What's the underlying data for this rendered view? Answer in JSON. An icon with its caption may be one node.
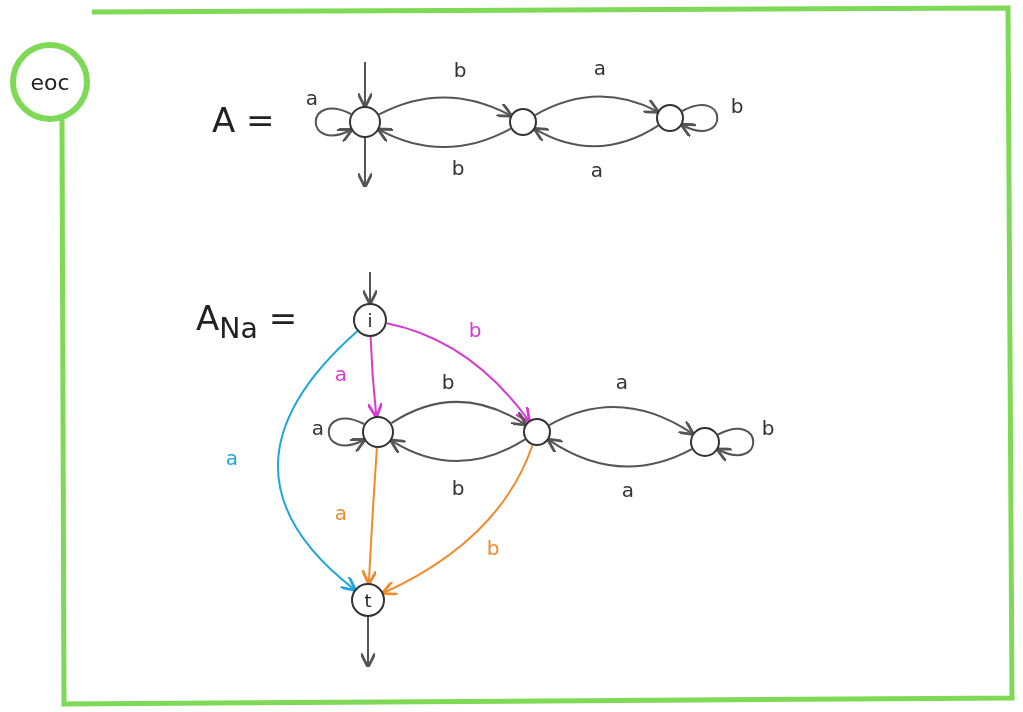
{
  "diagram": {
    "nodes": [
      {
        "text": [
          "eoc"
        ]
      },
      {
        "text": [],
        "shape": "circle"
      },
      {
        "text": [],
        "shape": "circle"
      },
      {
        "text": [],
        "shape": "circle"
      },
      {
        "text": [
          "i"
        ]
      },
      {
        "text": [],
        "shape": "circle"
      },
      {
        "text": [],
        "shape": "circle"
      },
      {
        "text": [],
        "shape": "circle"
      },
      {
        "text": [
          "t"
        ]
      }
    ],
    "edges": [
      {
        "from": null,
        "to": 1,
        "arrow": "to"
      },
      {
        "from": 1,
        "to": null,
        "arrow": "to"
      },
      {
        "from": 1,
        "to": 1,
        "arrow": "to",
        "label": "a"
      },
      {
        "from": 1,
        "to": 2,
        "arrow": "to",
        "label": "b"
      },
      {
        "from": 2,
        "to": 1,
        "arrow": "to",
        "label": "b"
      },
      {
        "from": 2,
        "to": 3,
        "arrow": "to",
        "label": "a"
      },
      {
        "from": 3,
        "to": 2,
        "arrow": "to",
        "label": "a"
      },
      {
        "from": 3,
        "to": 3,
        "arrow": "to",
        "label": "b"
      },
      {
        "from": null,
        "to": 4,
        "arrow": "to"
      },
      {
        "from": 4,
        "to": 5,
        "arrow": "to",
        "label": "a",
        "color": "#d63bd0"
      },
      {
        "from": 4,
        "to": 6,
        "arrow": "to",
        "label": "b",
        "color": "#d63bd0"
      },
      {
        "from": 4,
        "to": 8,
        "arrow": "to",
        "label": "a",
        "color": "#1ea6dc"
      },
      {
        "from": 5,
        "to": 5,
        "arrow": "to",
        "label": "a"
      },
      {
        "from": 5,
        "to": 6,
        "arrow": "to",
        "label": "b"
      },
      {
        "from": 6,
        "to": 5,
        "arrow": "to",
        "label": "b"
      },
      {
        "from": 6,
        "to": 7,
        "arrow": "to",
        "label": "a"
      },
      {
        "from": 7,
        "to": 6,
        "arrow": "to",
        "label": "a"
      },
      {
        "from": 7,
        "to": 7,
        "arrow": "to",
        "label": "b"
      },
      {
        "from": 5,
        "to": 8,
        "arrow": "to",
        "label": "a",
        "color": "#f08a2a"
      },
      {
        "from": 6,
        "to": 8,
        "arrow": "to",
        "label": "b",
        "color": "#f08a2a"
      },
      {
        "from": 8,
        "to": null,
        "arrow": "to"
      }
    ],
    "labels": [
      "A =",
      "A$_{Na}$ ="
    ]
  }
}
